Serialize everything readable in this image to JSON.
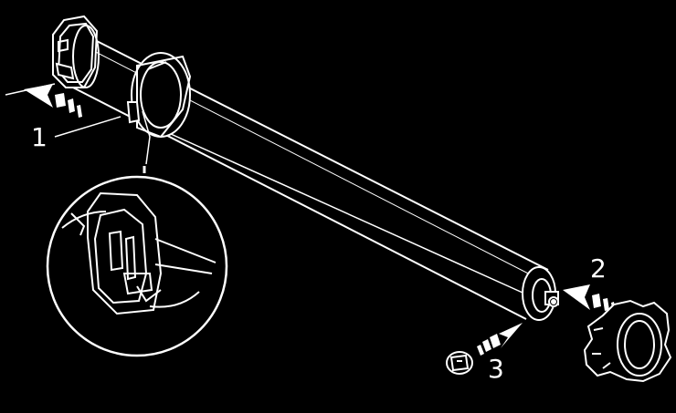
{
  "labels": {
    "step1": "1",
    "step2": "2",
    "step3": "3"
  },
  "colors": {
    "background": "#000000",
    "line": "#ffffff"
  }
}
